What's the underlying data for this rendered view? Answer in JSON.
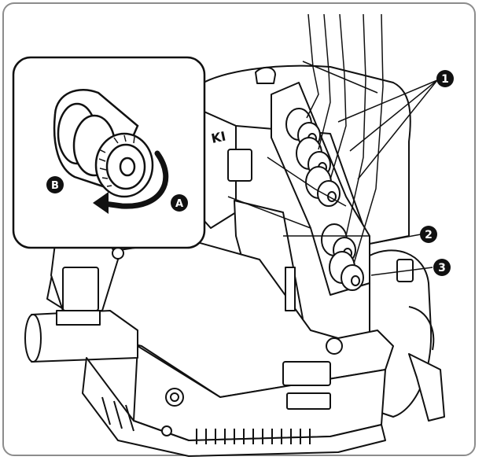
{
  "figure": {
    "callouts": [
      {
        "label": "1"
      },
      {
        "label": "2"
      },
      {
        "label": "3"
      }
    ],
    "inset": {
      "letters": [
        {
          "label": "A"
        },
        {
          "label": "B"
        }
      ]
    },
    "machine_brand_fragment": "KI"
  },
  "colors": {
    "ink": "#111111",
    "frame": "#8c8c8c",
    "background": "#ffffff",
    "badge_text": "#ffffff"
  }
}
